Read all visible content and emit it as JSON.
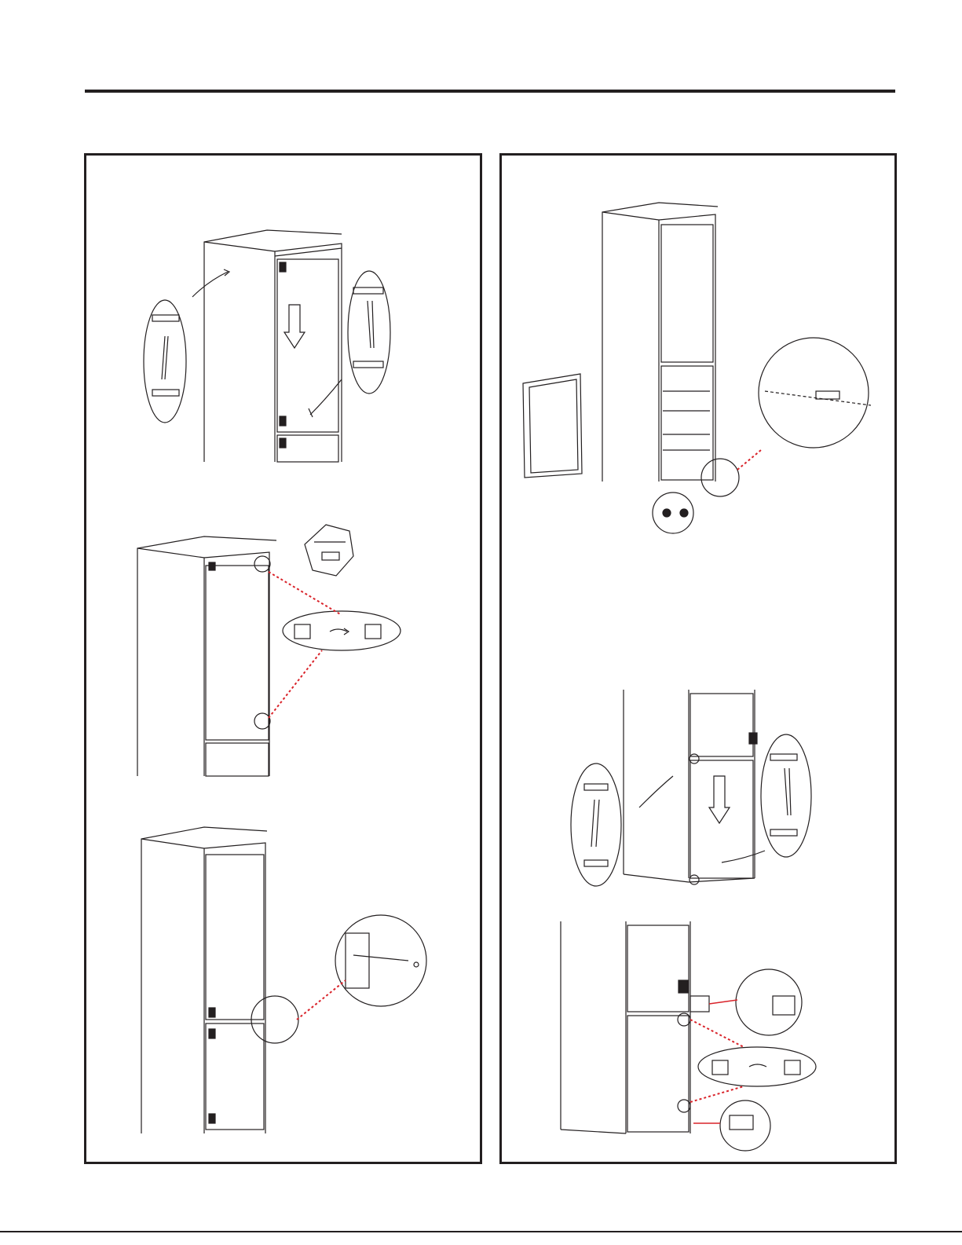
{
  "colors": {
    "ink": "#231f20",
    "leader": "#d9232a"
  },
  "figures": [
    {
      "id": "left-1",
      "icon": "fridge-upper-door-hinge-swap"
    },
    {
      "id": "left-2",
      "icon": "fridge-top-hinge-relocate"
    },
    {
      "id": "left-3",
      "icon": "fridge-middle-hinge-detail"
    },
    {
      "id": "right-1",
      "icon": "fridge-freezer-door-removed"
    },
    {
      "id": "right-2",
      "icon": "fridge-lower-door-hinge-swap"
    },
    {
      "id": "right-3",
      "icon": "fridge-middle-bottom-hinge-detail"
    }
  ]
}
